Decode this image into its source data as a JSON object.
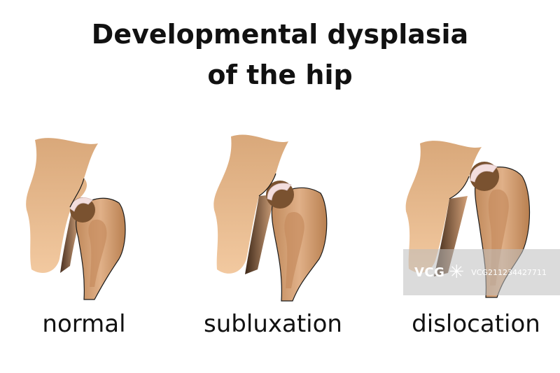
{
  "title": {
    "line1": "Developmental dysplasia",
    "line2": "of the hip"
  },
  "figures": [
    {
      "caption": "normal"
    },
    {
      "caption": "subluxation"
    },
    {
      "caption": "dislocation"
    }
  ],
  "watermark": {
    "logo": "VCG",
    "id_text": "VCG211234427711"
  },
  "colors": {
    "pelvis": "#ebbe92",
    "femur": "#d9a57a",
    "femur_inner": "#c68c5e",
    "head_dark": "#7a5230",
    "cartilage": "#f3dede",
    "outline": "#1a1a1a"
  }
}
